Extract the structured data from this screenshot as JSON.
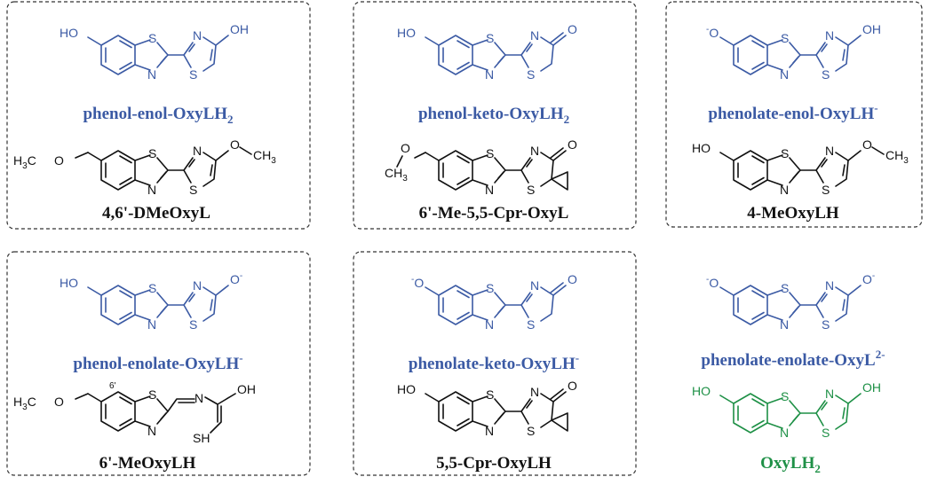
{
  "colors": {
    "blue": "#3b5aa4",
    "black": "#111111",
    "green": "#1e9046"
  },
  "labels": {
    "s": "S",
    "n": "N",
    "o": "O",
    "oh": "OH",
    "ho": "HO",
    "ominus": "O",
    "minus": "-",
    "two_minus": "2-",
    "h3c": "H",
    "h3c_sub": "3",
    "h3c_c": "C",
    "ch3": "CH",
    "ch3_sub": "3",
    "sh": "SH",
    "six_prime": "6'"
  },
  "compounds": [
    {
      "id": "c1",
      "name": "phenol-enol-OxyLH",
      "sub": "2",
      "sup": ""
    },
    {
      "id": "c2",
      "name": "phenol-keto-OxyLH",
      "sub": "2",
      "sup": ""
    },
    {
      "id": "c3",
      "name": "phenolate-enol-OxyLH",
      "sub": "",
      "sup": "-"
    },
    {
      "id": "c4",
      "name": "4,6'-DMeOxyL",
      "sub": "",
      "sup": ""
    },
    {
      "id": "c5",
      "name": "6'-Me-5,5-Cpr-OxyL",
      "sub": "",
      "sup": ""
    },
    {
      "id": "c6",
      "name": "4-MeOxyLH",
      "sub": "",
      "sup": ""
    },
    {
      "id": "c7",
      "name": "phenol-enolate-OxyLH",
      "sub": "",
      "sup": "-"
    },
    {
      "id": "c8",
      "name": "phenolate-keto-OxyLH",
      "sub": "",
      "sup": "-"
    },
    {
      "id": "c9",
      "name": "phenolate-enolate-OxyL",
      "sub": "",
      "sup": "2-"
    },
    {
      "id": "c10",
      "name": "6'-MeOxyLH",
      "sub": "",
      "sup": ""
    },
    {
      "id": "c11",
      "name": "5,5-Cpr-OxyLH",
      "sub": "",
      "sup": ""
    },
    {
      "id": "c12",
      "name": "OxyLH",
      "sub": "2",
      "sup": ""
    }
  ]
}
